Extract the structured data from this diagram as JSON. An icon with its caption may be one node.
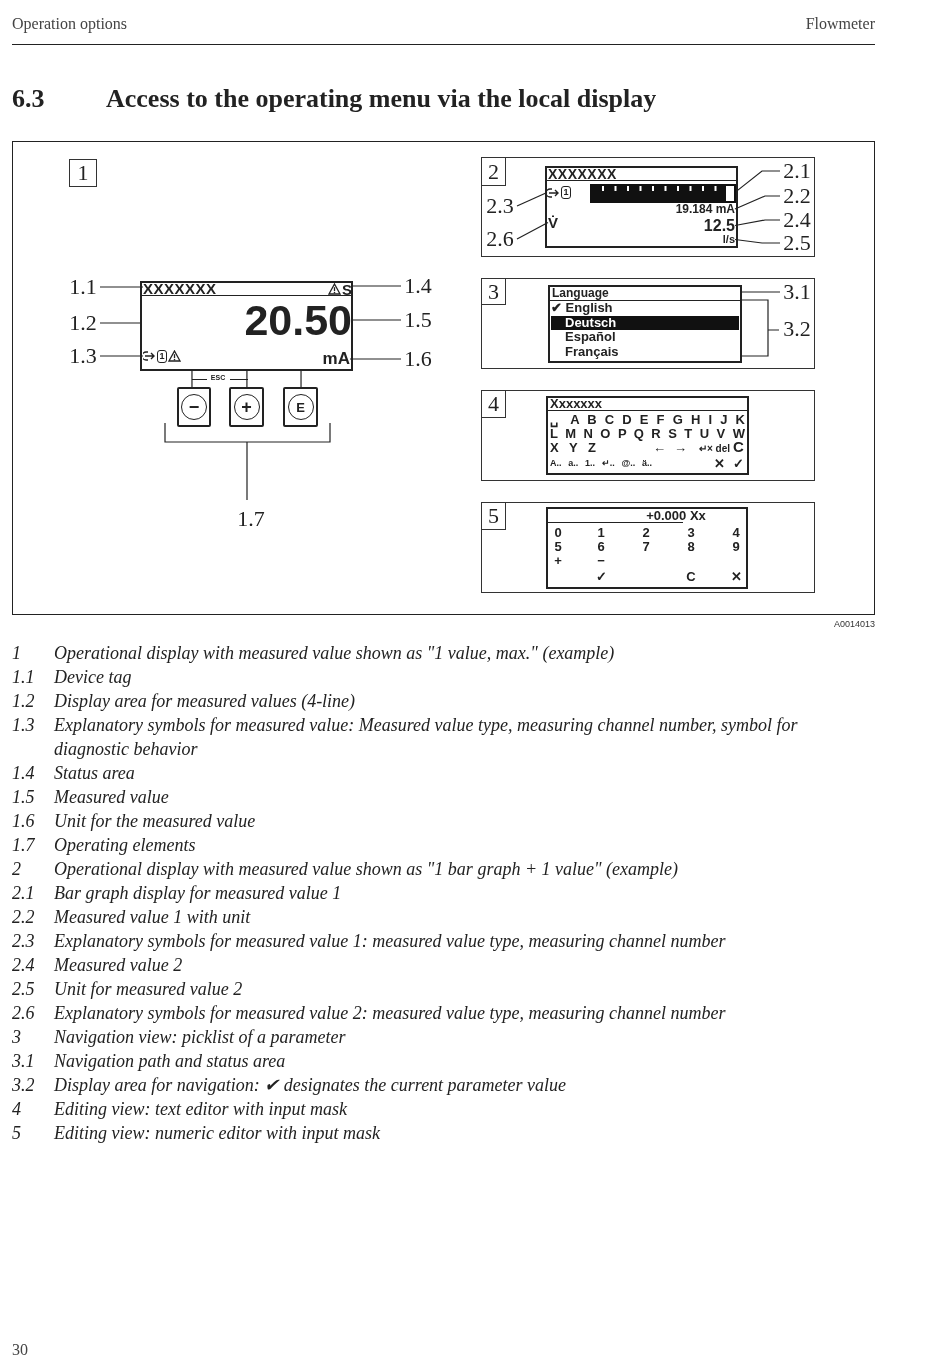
{
  "diagram": {
    "title": "Access to the operating menu via the local display",
    "nodes": [
      {
        "text": [],
        "shape": "box"
      },
      {
        "text": [
          "1"
        ],
        "in": 0
      },
      {
        "text": [],
        "shape": "box",
        "in": 0
      },
      {
        "text": [
          "XXXXXXX"
        ],
        "in": 2
      },
      {
        "text": [
          "S"
        ],
        "in": 2
      },
      {
        "text": [
          "20.50"
        ],
        "in": 2
      },
      {
        "text": [
          "1"
        ],
        "in": 2
      },
      {
        "text": [
          "mA"
        ],
        "in": 2
      },
      {
        "text": [
          "−"
        ],
        "in": 0
      },
      {
        "text": [
          "+"
        ],
        "in": 0
      },
      {
        "text": [
          "E"
        ],
        "in": 0
      },
      {
        "text": [
          "1.1"
        ],
        "in": 0
      },
      {
        "text": [
          "1.2"
        ],
        "in": 0
      },
      {
        "text": [
          "1.3"
        ],
        "in": 0
      },
      {
        "text": [
          "1.4"
        ],
        "in": 0
      },
      {
        "text": [
          "1.5"
        ],
        "in": 0
      },
      {
        "text": [
          "1.6"
        ],
        "in": 0
      },
      {
        "text": [],
        "shape": "box",
        "in": 0
      },
      {
        "text": [
          "2"
        ],
        "in": 17
      },
      {
        "text": [],
        "shape": "box",
        "in": 17
      },
      {
        "text": [
          "XXXXXXX"
        ],
        "in": 19
      },
      {
        "text": [
          "1"
        ],
        "in": 19
      },
      {
        "text": [],
        "shape": "bar",
        "in": 19
      },
      {
        "text": [
          "19.184 mA"
        ],
        "in": 19
      },
      {
        "text": [
          "V̇"
        ],
        "in": 19
      },
      {
        "text": [
          "12.5"
        ],
        "in": 19
      },
      {
        "text": [
          "l/s"
        ],
        "in": 19
      },
      {
        "text": [
          "2.1"
        ],
        "in": 17
      },
      {
        "text": [
          "2.2"
        ],
        "in": 17
      },
      {
        "text": [
          "2.3"
        ],
        "in": 17
      },
      {
        "text": [
          "2.4"
        ],
        "in": 17
      },
      {
        "text": [
          "2.5"
        ],
        "in": 17
      },
      {
        "text": [
          "2.6"
        ],
        "in": 17
      },
      {
        "text": [],
        "shape": "box",
        "in": 0
      },
      {
        "text": [
          "3"
        ],
        "in": 33
      },
      {
        "text": [],
        "shape": "box",
        "in": 33
      },
      {
        "text": [
          "Language"
        ],
        "in": 35
      },
      {
        "text": [
          "3.1"
        ],
        "in": 33
      },
      {
        "text": [],
        "shape": "box",
        "in": 0
      },
      {
        "text": [
          "4"
        ],
        "in": 38
      },
      {
        "text": [],
        "shape": "box",
        "in": 38
      },
      {
        "text": [],
        "shape": "box",
        "in": 0
      },
      {
        "text": [
          "5"
        ],
        "in": 41
      },
      {
        "text": [],
        "shape": "box",
        "in": 41
      }
    ],
    "edges": [
      {
        "from": 11,
        "to": 3,
        "arrow": "none"
      },
      {
        "from": 12,
        "to": 2,
        "arrow": "none"
      },
      {
        "from": 13,
        "to": 6,
        "arrow": "none"
      },
      {
        "from": 14,
        "to": 4,
        "arrow": "none"
      },
      {
        "from": 15,
        "to": 5,
        "arrow": "none"
      },
      {
        "from": 16,
        "to": 7,
        "arrow": "none"
      },
      {
        "from": 27,
        "to": 22,
        "arrow": "none"
      },
      {
        "from": 28,
        "to": 23,
        "arrow": "none"
      },
      {
        "from": 29,
        "to": 21,
        "arrow": "none"
      },
      {
        "from": 30,
        "to": 25,
        "arrow": "none"
      },
      {
        "from": 31,
        "to": 26,
        "arrow": "none"
      },
      {
        "from": 32,
        "to": 24,
        "arrow": "none"
      },
      {
        "from": 37,
        "to": 36,
        "arrow": "none"
      },
      {
        "from": 2,
        "to": 8,
        "arrow": "none"
      },
      {
        "from": 2,
        "to": 9,
        "arrow": "none"
      },
      {
        "from": 2,
        "to": 10,
        "arrow": "none"
      }
    ],
    "labels": [
      "Operation options",
      "Flowmeter",
      "6.3",
      "ESC",
      "1.7",
      "3.2",
      "✔ English",
      "Deutsch",
      "Español",
      "Français",
      "Xxxxxxx",
      "␣ A B C D E F G H I J K",
      "L M N O P Q R S T U V W",
      "X Y Z",
      "← →",
      "↵× del",
      "C",
      "A.. a.. 1.. ↵.. @.. ä..",
      "✕ ✓",
      "+0.000 Xx",
      "0",
      "1",
      "2",
      "3",
      "4",
      "5",
      "6",
      "7",
      "8",
      "9",
      "+",
      "−",
      "✓",
      "C",
      "✕",
      "A0014013",
      "1",
      "Operational display with measured value shown as \"1 value, max.\" (example)",
      "1.1",
      "Device tag",
      "1.2",
      "Display area for measured values (4-line)",
      "1.3",
      "Explanatory symbols for measured value: Measured value type, measuring channel number, symbol for diagnostic behavior",
      "1.4",
      "Status area",
      "1.5",
      "Measured value",
      "1.6",
      "Unit for the measured value",
      "1.7",
      "Operating elements",
      "2",
      "Operational display with measured value shown as \"1 bar graph + 1 value\" (example)",
      "2.1",
      "Bar graph display for measured value 1",
      "2.2",
      "Measured value 1 with unit",
      "2.3",
      "Explanatory symbols for measured value 1: measured value type, measuring channel number",
      "2.4",
      "Measured value 2",
      "2.5",
      "Unit for measured value 2",
      "2.6",
      "Explanatory symbols for measured value 2: measured value type, measuring channel number",
      "3",
      "Navigation view: picklist of a parameter",
      "3.1",
      "Navigation path and status area",
      "3.2",
      "Display area for navigation: ✔ designates the current parameter value",
      "4",
      "Editing view: text editor with input mask",
      "5",
      "Editing view: numeric editor with input mask",
      "30"
    ]
  }
}
